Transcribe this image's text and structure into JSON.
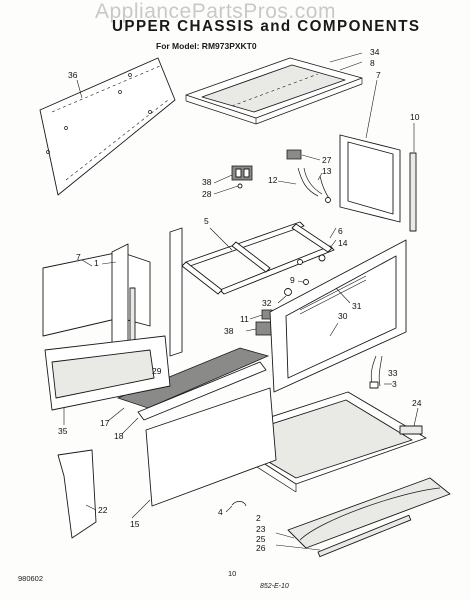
{
  "watermark": "AppliancePartsPros.com",
  "title": "UPPER CHASSIS and COMPONENTS",
  "subtitle": "For Model: RM973PXKT0",
  "footer": {
    "left": "980602",
    "center": "10",
    "right": "852-E-10"
  },
  "callouts": [
    "36",
    "34",
    "8",
    "7",
    "10",
    "27",
    "38",
    "28",
    "12",
    "13",
    "5",
    "6",
    "14",
    "7",
    "1",
    "9",
    "11",
    "32",
    "31",
    "30",
    "38",
    "29",
    "33",
    "3",
    "35",
    "17",
    "18",
    "24",
    "22",
    "15",
    "4",
    "2",
    "23",
    "25",
    "26"
  ]
}
